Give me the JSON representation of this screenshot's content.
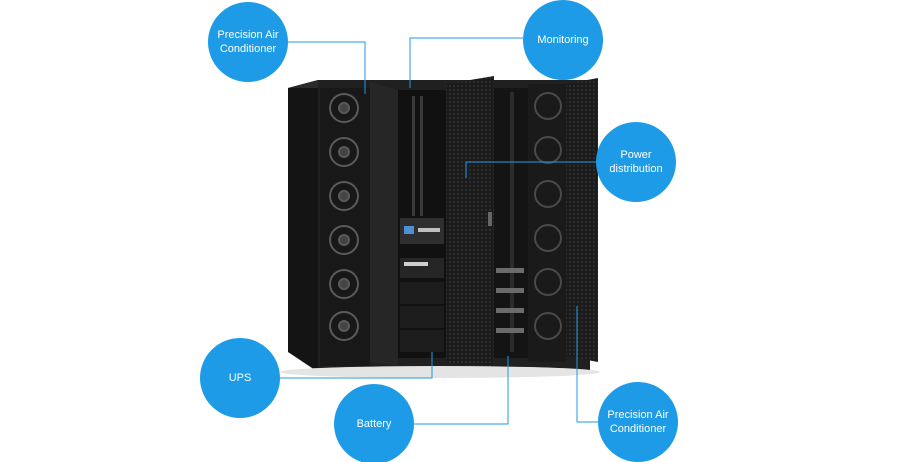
{
  "labels": {
    "precision_ac_top": "Precision Air Conditioner",
    "monitoring": "Monitoring",
    "power_distribution": "Power distribution",
    "ups": "UPS",
    "battery": "Battery",
    "precision_ac_right": "Precision Air Conditioner"
  },
  "colors": {
    "callout": "#1e9be6",
    "leader_line": "#1e9be6",
    "cabinet": "#1f1f1f"
  }
}
